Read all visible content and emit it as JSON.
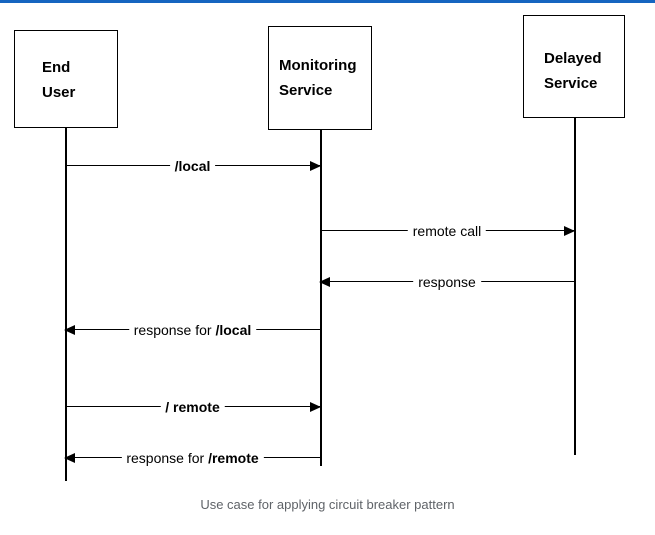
{
  "accent_color": "#1565c0",
  "line_color": "#000000",
  "caption_color": "#5f6368",
  "actors": [
    {
      "id": "end-user",
      "line1": "End",
      "line2": "User"
    },
    {
      "id": "monitoring-service",
      "line1": "Monitoring",
      "line2": "Service"
    },
    {
      "id": "delayed-service",
      "line1": "Delayed",
      "line2": "Service"
    }
  ],
  "messages": [
    {
      "pre": "",
      "bold": "/local",
      "from": "end-user",
      "to": "monitoring-service",
      "direction": "right"
    },
    {
      "pre": "remote call",
      "bold": "",
      "from": "monitoring-service",
      "to": "delayed-service",
      "direction": "right"
    },
    {
      "pre": "response",
      "bold": "",
      "from": "delayed-service",
      "to": "monitoring-service",
      "direction": "left"
    },
    {
      "pre": "response for ",
      "bold": "/local",
      "from": "monitoring-service",
      "to": "end-user",
      "direction": "left"
    },
    {
      "pre": "",
      "bold": "/ remote",
      "from": "end-user",
      "to": "monitoring-service",
      "direction": "right"
    },
    {
      "pre": "response for ",
      "bold": "/remote",
      "from": "monitoring-service",
      "to": "end-user",
      "direction": "left"
    }
  ],
  "caption": "Use case for applying circuit breaker pattern"
}
